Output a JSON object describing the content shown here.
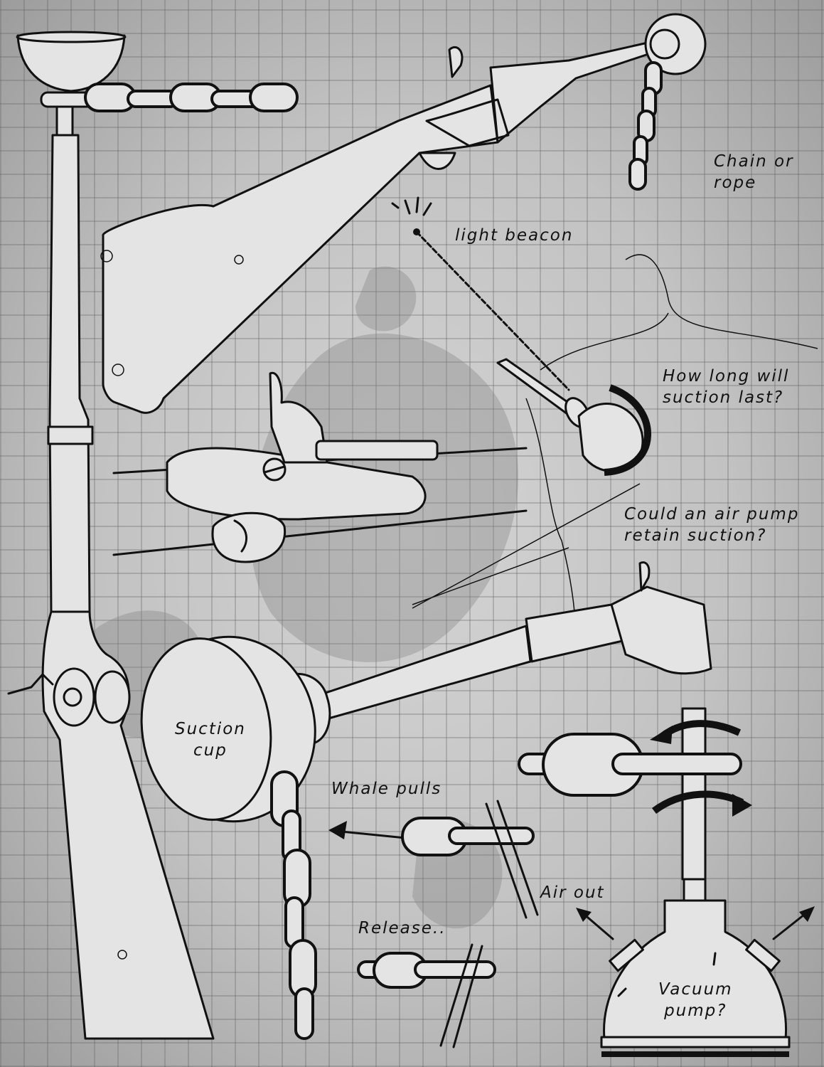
{
  "annotations": {
    "chain_or_rope": [
      "Chain or",
      "rope"
    ],
    "light_beacon": "light beacon",
    "how_long": [
      "How long will",
      "suction last?"
    ],
    "air_pump": [
      "Could an air pump",
      "retain suction?"
    ],
    "suction_cup": [
      "Suction",
      "cup"
    ],
    "whale_pulls": "Whale pulls",
    "air_out": "Air out",
    "release": "Release..",
    "vacuum_pump": [
      "Vacuum",
      "pump?"
    ]
  },
  "colors": {
    "ink": "#111111",
    "paper": "#e4e4e4",
    "grid": "#5a5a5a",
    "wash": "#7d7d7d"
  }
}
